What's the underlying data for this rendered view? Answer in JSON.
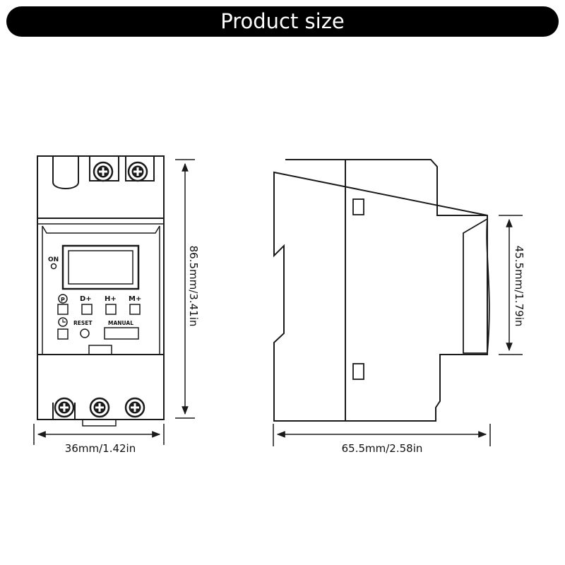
{
  "header": {
    "title": "Product size"
  },
  "dimensions": {
    "front_width": "36mm/1.42in",
    "front_height": "86.5mm/3.41in",
    "side_depth": "65.5mm/2.58in",
    "side_front_height": "45.5mm/1.79in"
  },
  "panel": {
    "on_label": "ON",
    "d_plus": "D+",
    "h_plus": "H+",
    "m_plus": "M+",
    "reset": "RESET",
    "manual": "MANUAL"
  },
  "icons": [
    "screw-terminal-icon",
    "program-icon",
    "clock-icon"
  ],
  "colors": {
    "banner": "#000000",
    "banner_text": "#ffffff",
    "line": "#1a1a1a"
  }
}
